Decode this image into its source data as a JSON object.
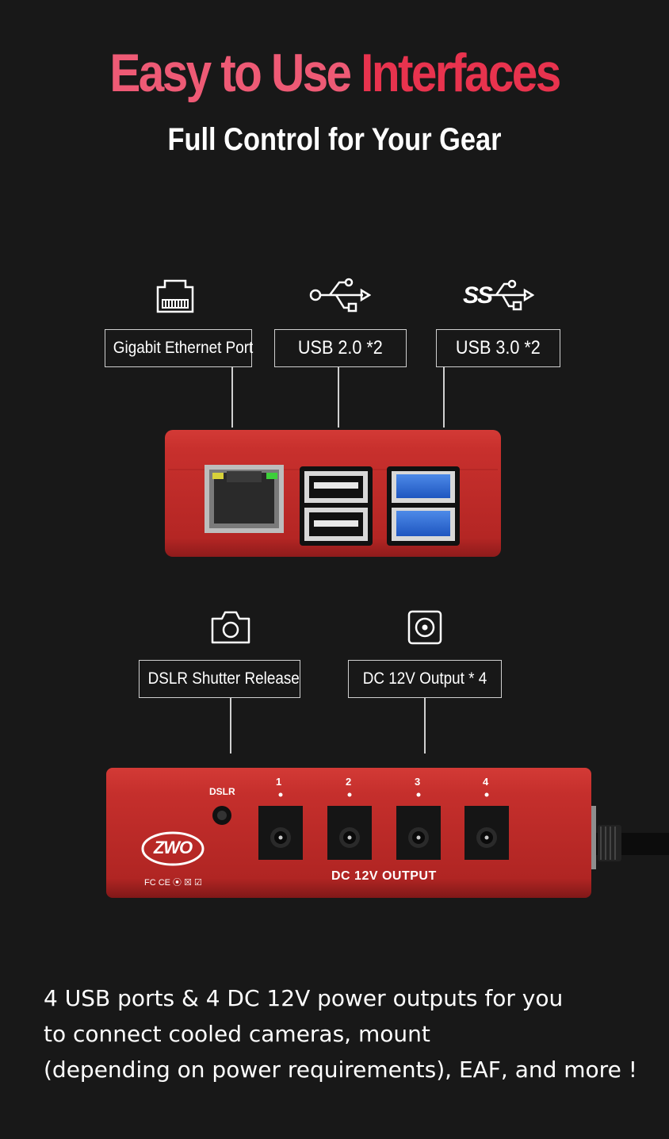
{
  "header": {
    "title_part1": "Easy to Use ",
    "title_part2": "Interfaces",
    "subtitle": "Full Control for Your Gear"
  },
  "top_device": {
    "labels": {
      "ethernet": "Gigabit Ethernet Port",
      "usb2": "USB 2.0 *2",
      "usb3": "USB 3.0 *2"
    },
    "icons": [
      "ethernet-port-icon",
      "usb-icon",
      "usb-superspeed-icon"
    ],
    "usb3_icon_text": "SS"
  },
  "bottom_device": {
    "labels": {
      "dslr": "DSLR Shutter Release",
      "dc": "DC 12V Output * 4"
    },
    "icons": [
      "camera-icon",
      "dc-jack-icon"
    ],
    "dslr_port_label": "DSLR",
    "port_numbers": [
      "1",
      "2",
      "3",
      "4"
    ],
    "output_label": "DC 12V OUTPUT",
    "brand": "ZWO",
    "certifications": "FC CE ⦿ ☒ ☑"
  },
  "description": {
    "line1": "4 USB ports & 4 DC 12V power outputs for you",
    "line2": "to connect cooled cameras, mount",
    "line3": "(depending on power requirements), EAF, and more !"
  },
  "colors": {
    "background": "#181818",
    "title_pink": "#ee5a75",
    "title_red": "#e8334e",
    "device_red": "#c42a2a",
    "usb3_blue": "#2f6fd8"
  }
}
